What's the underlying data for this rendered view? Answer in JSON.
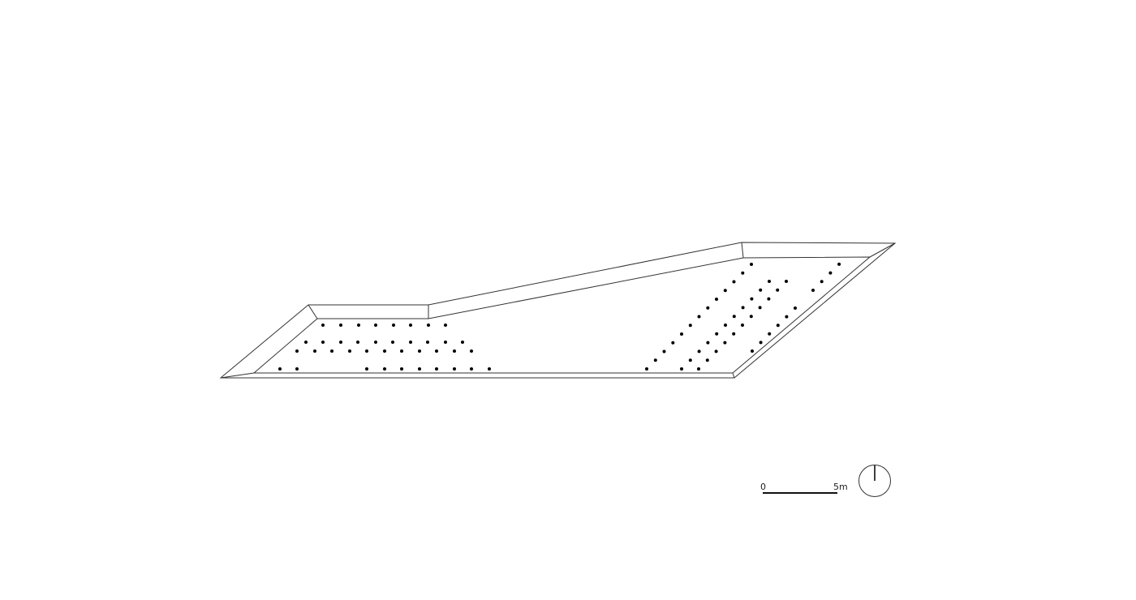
{
  "diagram": {
    "type": "site-plan",
    "outline_color": "#333333",
    "dot_color": "#000000",
    "element_kinds": [
      "planter-outline",
      "tree-dot",
      "scale-bar",
      "north-arrow"
    ]
  },
  "scale_bar": {
    "start_label": "0",
    "end_label": "5m",
    "length_m": 5
  },
  "north_arrow": {
    "icon": "north-arrow-icon",
    "direction": "north-up"
  }
}
